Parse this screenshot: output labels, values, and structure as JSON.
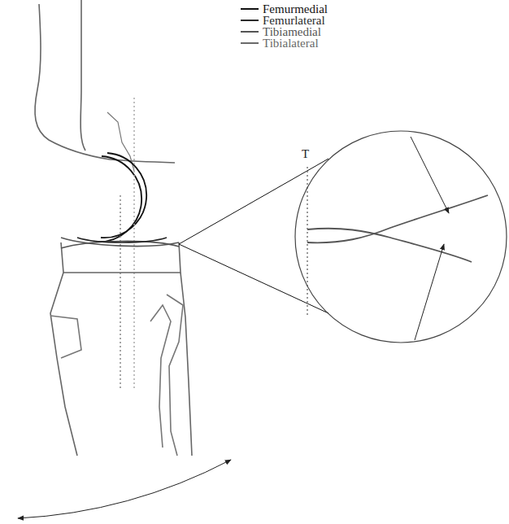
{
  "diagram": {
    "nodes": [
      {
        "text": [
          "T"
        ]
      }
    ],
    "legend": [
      {
        "text": "Femurmedial"
      },
      {
        "text": "Femurlateral"
      },
      {
        "text": "Tibiamedial"
      },
      {
        "text": "Tibialateral"
      }
    ]
  }
}
